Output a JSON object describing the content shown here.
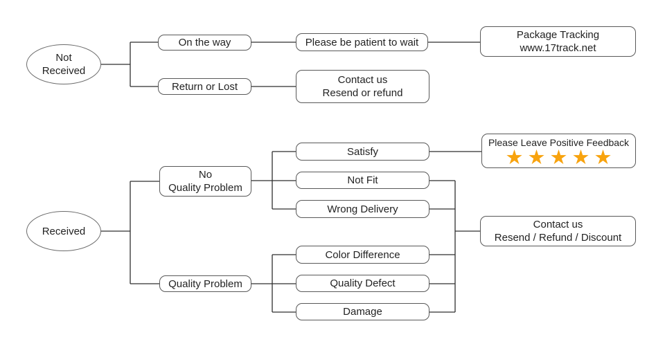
{
  "colors": {
    "background": "#ffffff",
    "connector": "#2e2e2e",
    "box_border": "#585858",
    "text": "#222222",
    "star": "#F8A30E"
  },
  "nodes": {
    "not_received": {
      "line1": "Not",
      "line2": "Received"
    },
    "on_the_way": {
      "label": "On the way"
    },
    "please_wait": {
      "label": "Please be patient to wait"
    },
    "package_tracking": {
      "line1": "Package Tracking",
      "line2": "www.17track.net"
    },
    "return_or_lost": {
      "label": "Return or Lost"
    },
    "contact_resend_refund": {
      "line1": "Contact us",
      "line2": "Resend or refund"
    },
    "received": {
      "label": "Received"
    },
    "no_quality_problem": {
      "line1": "No",
      "line2": "Quality Problem"
    },
    "quality_problem": {
      "label": "Quality Problem"
    },
    "satisfy": {
      "label": "Satisfy"
    },
    "not_fit": {
      "label": "Not Fit"
    },
    "wrong_delivery": {
      "label": "Wrong Delivery"
    },
    "color_difference": {
      "label": "Color Difference"
    },
    "quality_defect": {
      "label": "Quality Defect"
    },
    "damage": {
      "label": "Damage"
    },
    "positive_feedback": {
      "label": "Please Leave Positive Feedback",
      "stars": "★★★★★",
      "star_count": 5
    },
    "contact_resend_refund_discount": {
      "line1": "Contact us",
      "line2": "Resend / Refund / Discount"
    }
  }
}
